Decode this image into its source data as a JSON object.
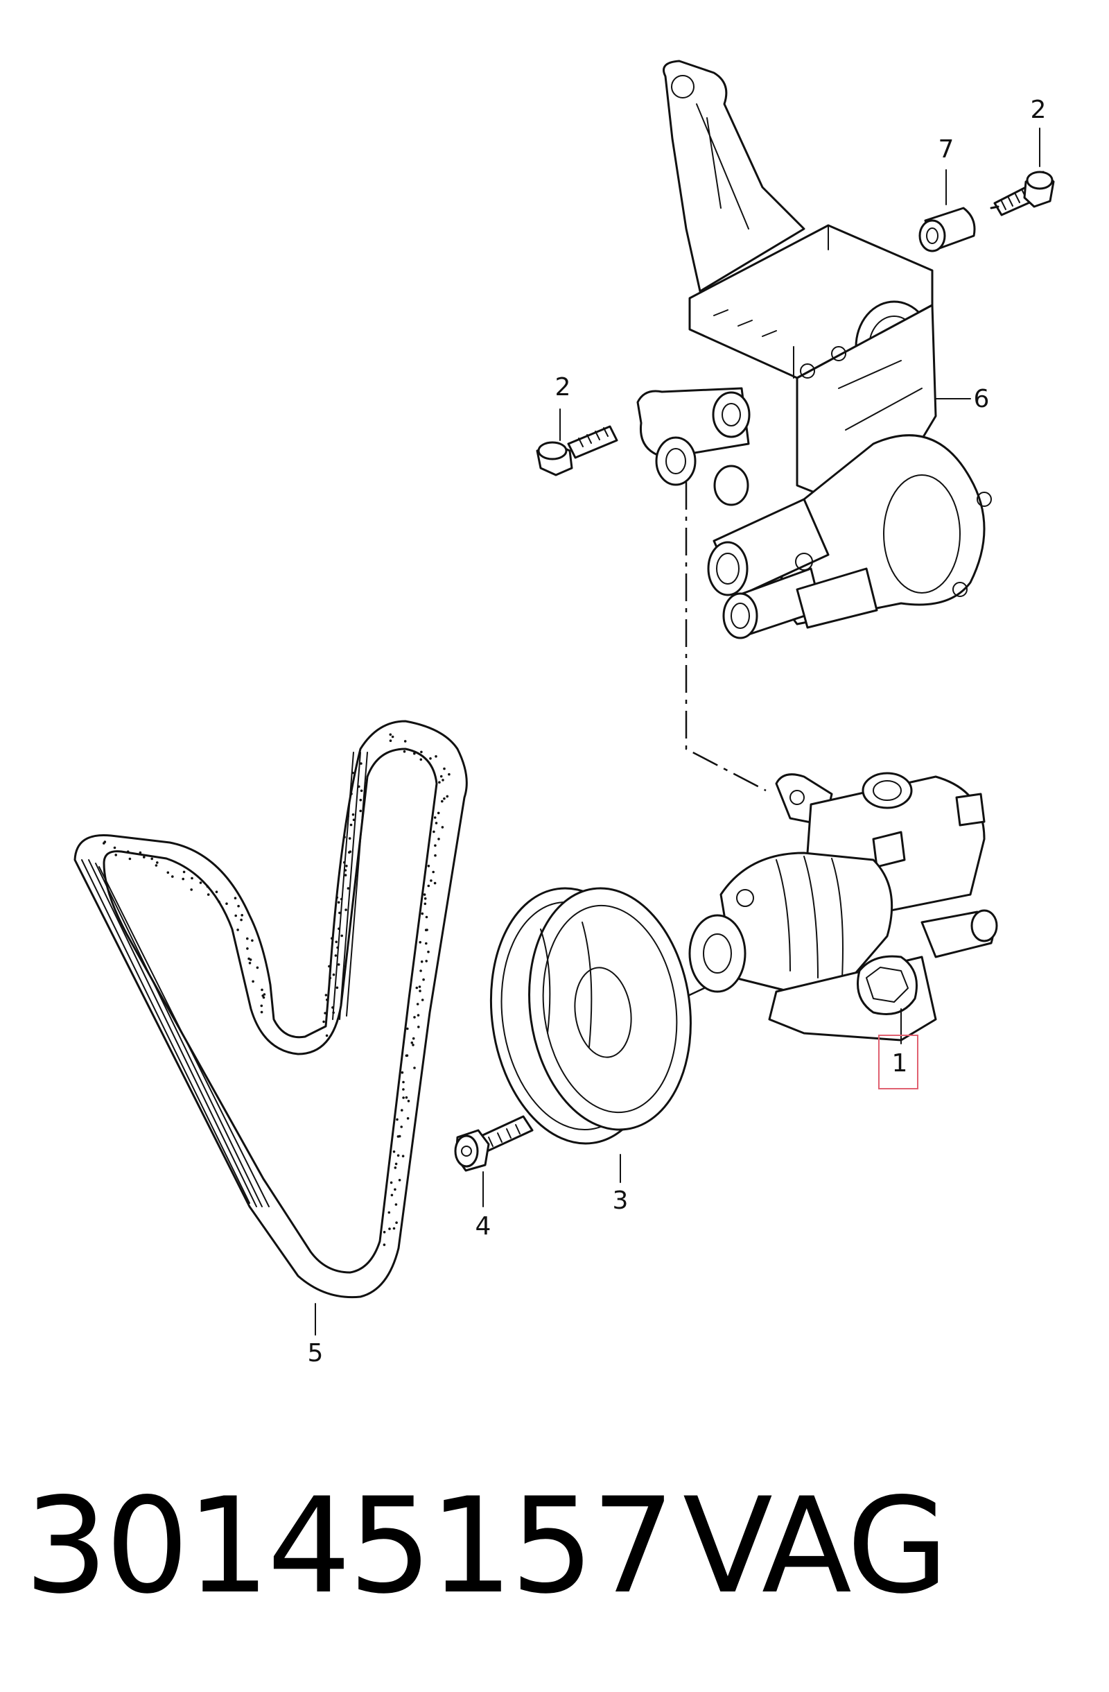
{
  "callouts": {
    "c1": "1",
    "c2a": "2",
    "c2b": "2",
    "c3": "3",
    "c4": "4",
    "c5": "5",
    "c6": "6",
    "c7": "7"
  },
  "footer": {
    "part_number": "30145157",
    "brand": "VAG"
  },
  "highlight_color": "#e06070"
}
